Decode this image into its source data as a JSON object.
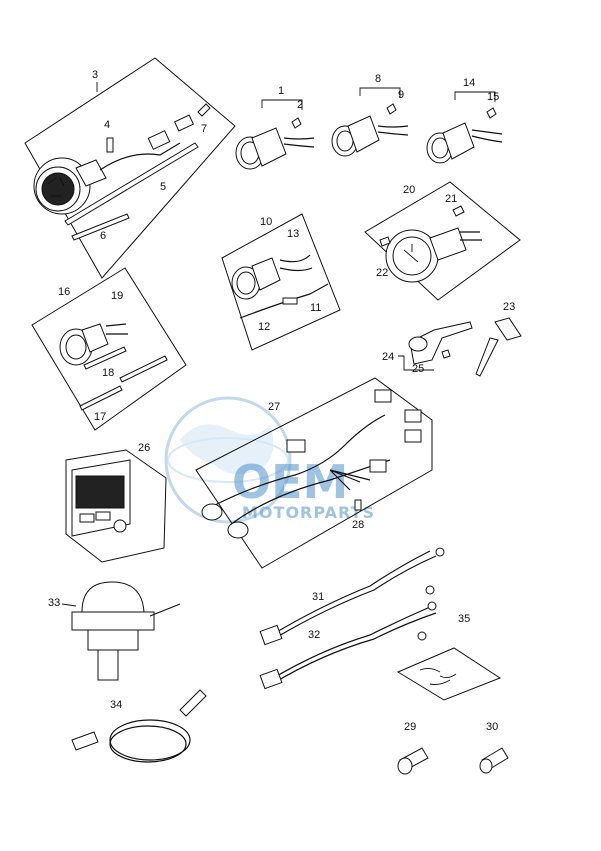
{
  "watermark": {
    "title": "OEM",
    "subtitle": "MOTORPARTS"
  },
  "callouts": [
    "1",
    "2",
    "3",
    "4",
    "5",
    "6",
    "7",
    "8",
    "9",
    "10",
    "11",
    "12",
    "13",
    "14",
    "15",
    "16",
    "17",
    "18",
    "19",
    "20",
    "21",
    "22",
    "23",
    "24",
    "25",
    "26",
    "27",
    "28",
    "29",
    "30",
    "31",
    "32",
    "33",
    "34",
    "35"
  ]
}
